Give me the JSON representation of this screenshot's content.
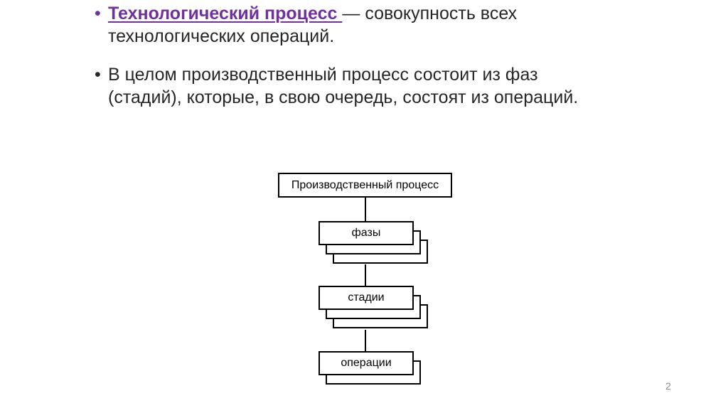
{
  "slide": {
    "bullets": [
      {
        "marker": "•",
        "term": "Технологический процесс ",
        "rest": "— совокупность всех\nтехнологических операций."
      },
      {
        "marker": "•",
        "text": "В целом производственный процесс состоит из фаз\n(стадий), которые, в свою очередь, состоят из операций."
      }
    ],
    "diagram": {
      "root_label": "Производственный процесс",
      "levels": [
        {
          "label": "фазы"
        },
        {
          "label": "стадии"
        },
        {
          "label": "операции"
        }
      ]
    },
    "page_number": "2",
    "colors": {
      "accent_purple": "#7030A0",
      "body_text": "#262626",
      "diagram_line": "#000000",
      "page_number_gray": "#8C8C8C",
      "background": "#FFFFFF"
    }
  }
}
